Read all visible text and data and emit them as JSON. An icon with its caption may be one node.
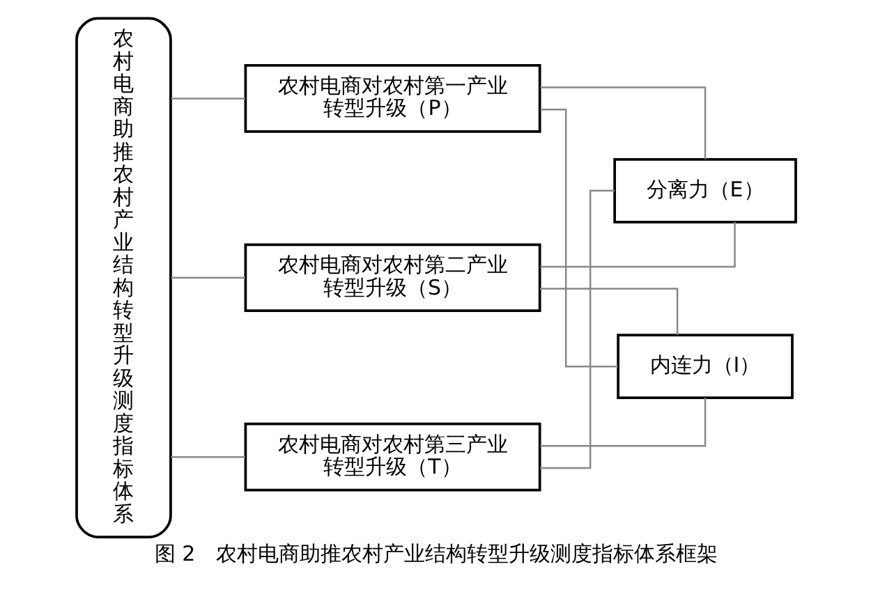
{
  "diagram": {
    "caption": "图 2　农村电商助推农村产业结构转型升级测度指标体系框架",
    "nodes": [
      {
        "text": [
          "农村电商助推农村产业结构转型升级测度指标体系"
        ]
      },
      {
        "text": [
          "农村电商对农村第一产业转型升级（P）"
        ]
      },
      {
        "text": [
          "农村电商对农村第二产业转型升级（S）"
        ]
      },
      {
        "text": [
          "农村电商对农村第三产业转型升级（T）"
        ]
      },
      {
        "text": [
          "分离力（E）"
        ]
      },
      {
        "text": [
          "内连力（I）"
        ]
      }
    ],
    "edges": [
      {
        "from": 0,
        "to": 1,
        "arrow": "none"
      },
      {
        "from": 0,
        "to": 2,
        "arrow": "none"
      },
      {
        "from": 0,
        "to": 3,
        "arrow": "none"
      },
      {
        "from": 1,
        "to": 4,
        "arrow": "none"
      },
      {
        "from": 1,
        "to": 5,
        "arrow": "none"
      },
      {
        "from": 2,
        "to": 4,
        "arrow": "none"
      },
      {
        "from": 2,
        "to": 5,
        "arrow": "none"
      },
      {
        "from": 3,
        "to": 4,
        "arrow": "none"
      },
      {
        "from": 3,
        "to": 5,
        "arrow": "none"
      }
    ]
  }
}
